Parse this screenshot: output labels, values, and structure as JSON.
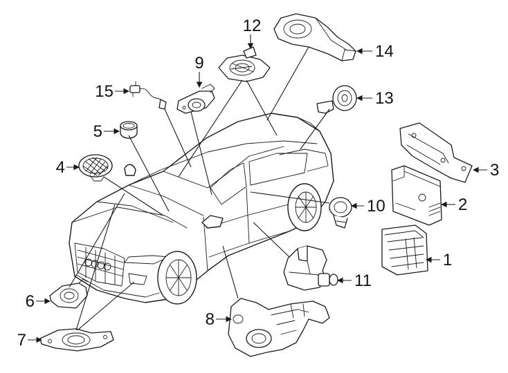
{
  "callouts": [
    {
      "id": "1",
      "text": "1"
    },
    {
      "id": "2",
      "text": "2"
    },
    {
      "id": "3",
      "text": "3"
    },
    {
      "id": "4",
      "text": "4"
    },
    {
      "id": "5",
      "text": "5"
    },
    {
      "id": "6",
      "text": "6"
    },
    {
      "id": "7",
      "text": "7"
    },
    {
      "id": "8",
      "text": "8"
    },
    {
      "id": "9",
      "text": "9"
    },
    {
      "id": "10",
      "text": "10"
    },
    {
      "id": "11",
      "text": "11"
    },
    {
      "id": "12",
      "text": "12"
    },
    {
      "id": "13",
      "text": "13"
    },
    {
      "id": "14",
      "text": "14"
    },
    {
      "id": "15",
      "text": "15"
    }
  ],
  "colors": {
    "line": "#1a1a1a",
    "background": "#ffffff"
  }
}
